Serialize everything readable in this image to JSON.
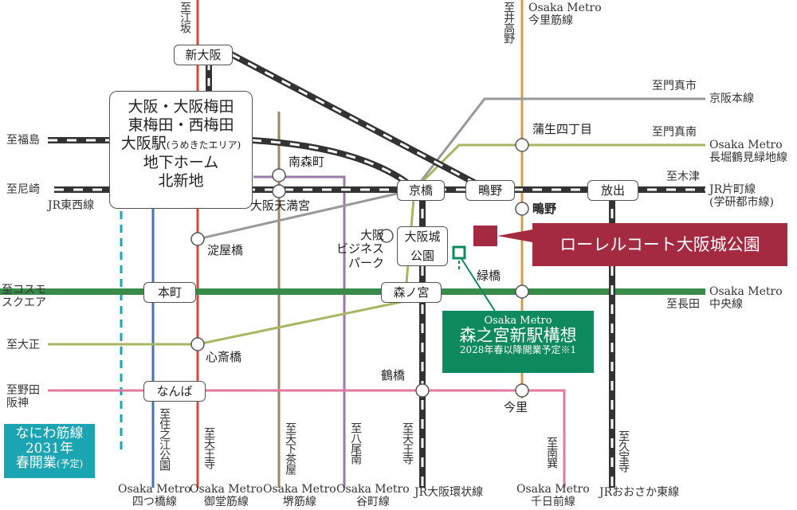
{
  "colors": {
    "jr_loop": "#333333",
    "midosuji": "#d8473a",
    "chuo": "#3a8a4a",
    "tanimachi": "#9b7aa5",
    "sakaisuji": "#a08468",
    "yotsubashi": "#4a6fb5",
    "imazatosuji": "#d89a4a",
    "nagahori": "#a8b660",
    "keihan": "#999999",
    "sennichimae": "#e07aa0",
    "osaka_higashi": "#333333",
    "naniwa": "#1ba4b1",
    "property": "#a32a40",
    "new_station": "#0f8a5e"
  },
  "stations": {
    "shin_osaka": "新大阪",
    "umeda_lines": [
      "大阪・大阪梅田",
      "東梅田・西梅田",
      "大阪駅",
      "地下ホーム",
      "北新地"
    ],
    "umeda_note": "(うめきたエリア)",
    "kyobashi": "京橋",
    "shigino": "鴫野",
    "hanaten": "放出",
    "osaka_jo_koen_lines": [
      "大阪城",
      "公園"
    ],
    "honmachi": "本町",
    "morinomiya": "森ノ宮",
    "namba": "なんば",
    "minamimorimachi": "南森町",
    "osaka_temmangu": "大阪天満宮",
    "yodoyabashi": "淀屋橋",
    "shinsaibashi": "心斎橋",
    "gamo": "蒲生四丁目",
    "shigino_subway": "鴫野",
    "midoribashi": "緑橋",
    "imazato": "今里",
    "tsuruhashi": "鶴橋",
    "obp_lines": [
      "大阪",
      "ビジネス",
      "パーク"
    ]
  },
  "property": {
    "name": "ローレルコート大阪城公園"
  },
  "new_station": {
    "operator": "Osaka Metro",
    "name": "森之宮新駅構想",
    "note": "2028年春以降開業予定※1"
  },
  "naniwa": {
    "lines": [
      "なにわ筋線",
      "2031年"
    ],
    "open": "春開業",
    "tentative": "(予定)"
  },
  "terminals": {
    "esaka": "至江坂",
    "iwaki_takano": "至井高野",
    "imazatosuji_name": [
      "Osaka Metro",
      "今里筋線"
    ],
    "kadoma_1": "至門真市",
    "keihan_name": "京阪本線",
    "kadoma_2": "至門真南",
    "nagahori_name": [
      "Osaka Metro",
      "長堀鶴見緑地線"
    ],
    "kizu": "至木津",
    "gakken_name": [
      "JR片町線",
      "(学研都市線)"
    ],
    "fukushima": "至福島",
    "amagasaki": "至尼崎",
    "jr_tozai": "JR東西線",
    "cosmo_lines": [
      "至コスモ",
      "スクエア"
    ],
    "nagata": "至長田",
    "chuo_name": [
      "Osaka Metro",
      "中央線"
    ],
    "taisho": "至大正",
    "noda_lines": [
      "至野田",
      "阪神"
    ],
    "suminoe": "至住之江公園",
    "tennoji_1": "至天王寺",
    "tengachaya": "至天下茶屋",
    "yao": "至八尾南",
    "tennoji_2": "至天王寺",
    "minamitatsumi": "至南巽",
    "kyuhoji": "至久宝寺"
  },
  "line_names": {
    "yotsubashi": [
      "Osaka Metro",
      "四つ橋線"
    ],
    "midosuji": [
      "Osaka Metro",
      "御堂筋線"
    ],
    "sakaisuji": [
      "Osaka Metro",
      "堺筋線"
    ],
    "tanimachi": [
      "Osaka Metro",
      "谷町線"
    ],
    "loop": "JR大阪環状線",
    "sennichimae": [
      "Osaka Metro",
      "千日前線"
    ],
    "osaka_higashi": "JRおおさか東線"
  }
}
